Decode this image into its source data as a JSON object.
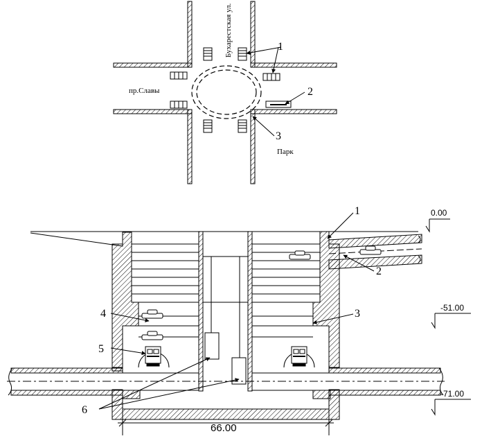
{
  "plan": {
    "street_vertical": "Бухарестская ул.",
    "street_horizontal": "пр.Славы",
    "park": "Парк",
    "callouts": [
      "1",
      "2",
      "3"
    ]
  },
  "section": {
    "callouts": [
      "1",
      "2",
      "3",
      "4",
      "5",
      "6"
    ],
    "levels": [
      "0.00",
      "-51.00",
      "-71.00"
    ],
    "width": "66.00"
  }
}
